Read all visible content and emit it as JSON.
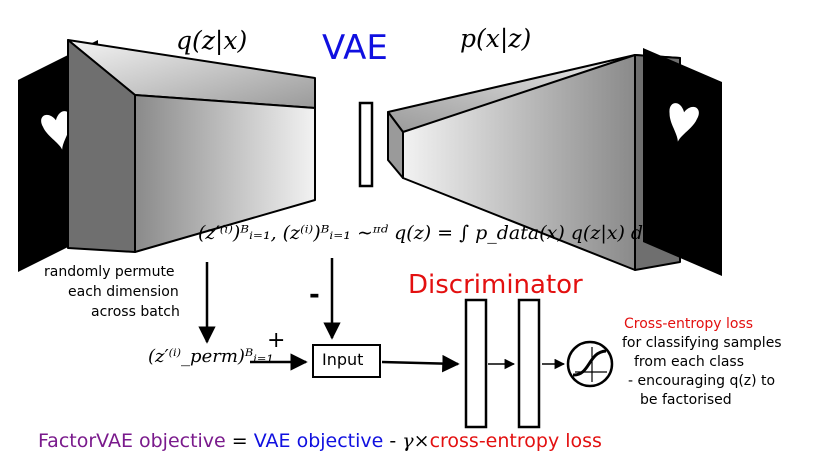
{
  "colors": {
    "vae_blue": "#1010e0",
    "discriminator_red": "#e31010",
    "factorvae_purple": "#7a1a8c"
  },
  "vae": {
    "title": "VAE",
    "encoder_label": "q(z|x)",
    "decoder_label": "p(x|z)"
  },
  "input_image": {
    "icon": "heart-silhouette"
  },
  "output_image": {
    "icon": "heart-silhouette"
  },
  "sampling_formula": "(z′⁽ⁱ⁾)ᴮᵢ₌₁, (z⁽ⁱ⁾)ᴮᵢ₌₁ ∼ᶦᶦᵈ q(z) = ∫ p_data(x) q(z|x) dx",
  "permute_note": [
    "randomly permute",
    "each dimension",
    "across batch"
  ],
  "permuted_samples": "(z′⁽ⁱ⁾_perm)ᴮᵢ₌₁",
  "plus_sign": "+",
  "minus_sign": "-",
  "input_box_label": "Input",
  "discriminator_title": "Discriminator",
  "loss_description": {
    "title": "Cross-entropy loss",
    "line1": "for classifying samples",
    "line2": "from each class",
    "line3": " - encouraging q(z) to",
    "line4": "be factorised"
  },
  "objective": {
    "factorvae": "FactorVAE objective",
    "equals": " = ",
    "vae": "VAE objective",
    "minus": " - ",
    "gamma_times": "γ×",
    "ce": "cross-entropy loss"
  }
}
